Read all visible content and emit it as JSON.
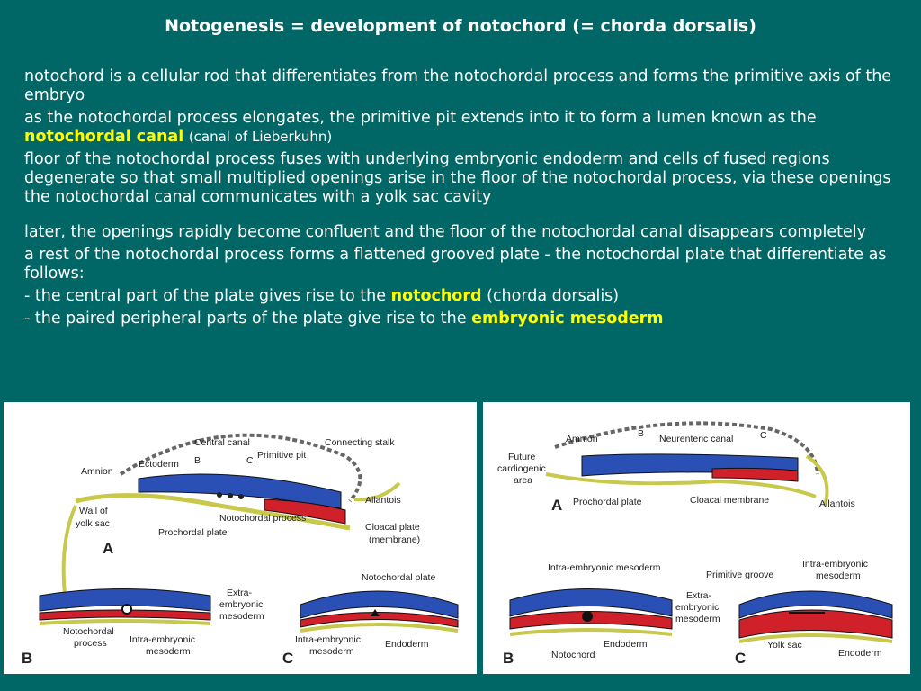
{
  "slide": {
    "title": "Notogenesis = development of notochord (= chorda dorsalis)",
    "paragraphs": {
      "p1": "notochord is a cellular rod that differentiates from the notochordal process and forms the primitive axis of the embryo",
      "p2a": "as the notochordal process elongates, the primitive pit extends into it to form a lumen known as the",
      "p2b": "notochordal canal",
      "p2c": "(canal of Lieberkuhn)",
      "p3": "floor of the notochordal process fuses with underlying embryonic endoderm and cells of fused regions degenerate so that small multiplied openings arise in the floor of the notochordal process, via these openings the notochordal canal communicates with a yolk sac cavity",
      "p4": "later, the openings rapidly become confluent and the floor of the notochordal canal disappears completely",
      "p5": "a rest of the notochordal process forms a flattened grooved plate - the notochordal plate that differentiate as follows:",
      "p6a": "- the central part of the plate gives rise to the",
      "p6b": "notochord",
      "p6c": "(chorda dorsalis)",
      "p7a": "- the paired peripheral parts of the plate give rise to the",
      "p7b": "embryonic mesoderm"
    }
  },
  "colors": {
    "background": "#006666",
    "highlight": "#ffff00",
    "ectoderm": "#2a4fb5",
    "endoderm": "#c8c84a",
    "mesoderm": "#d0202a"
  },
  "figure_left": {
    "labels": {
      "central_canal": "Central canal",
      "connecting_stalk": "Connecting stalk",
      "ectoderm": "Ectoderm",
      "b": "B",
      "c": "C",
      "primitive_pit": "Primitive pit",
      "amnion": "Amnion",
      "allantois": "Allantois",
      "wall_of": "Wall of",
      "yolk_sac": "yolk sac",
      "notochordal_process": "Notochordal process",
      "cloacal_plate": "Cloacal plate",
      "membrane": "(membrane)",
      "prochordal_plate": "Prochordal plate",
      "panel_a": "A",
      "notochordal_plate": "Notochordal plate",
      "extra": "Extra-",
      "embryonic": "embryonic",
      "mesoderm": "mesoderm",
      "notochordal": "Notochordal",
      "process": "process",
      "intra_embryonic": "Intra-embryonic",
      "endoderm": "Endoderm",
      "panel_b": "B",
      "panel_c": "C"
    }
  },
  "figure_right": {
    "labels": {
      "amnion": "Amnion",
      "b": "B",
      "neurenteric_canal": "Neurenteric canal",
      "c": "C",
      "future": "Future",
      "cardiogenic": "cardiogenic",
      "area": "area",
      "prochordal_plate": "Prochordal plate",
      "cloacal_membrane": "Cloacal membrane",
      "allantois": "Allantois",
      "panel_a": "A",
      "intra_embryonic_mesoderm": "Intra-embryonic mesoderm",
      "primitive_groove": "Primitive groove",
      "intra_embryonic": "Intra-embryonic",
      "mesoderm": "mesoderm",
      "extra": "Extra-",
      "embryonic": "embryonic",
      "endoderm": "Endoderm",
      "notochord": "Notochord",
      "yolk_sac": "Yolk sac",
      "panel_b": "B",
      "panel_c": "C"
    }
  }
}
